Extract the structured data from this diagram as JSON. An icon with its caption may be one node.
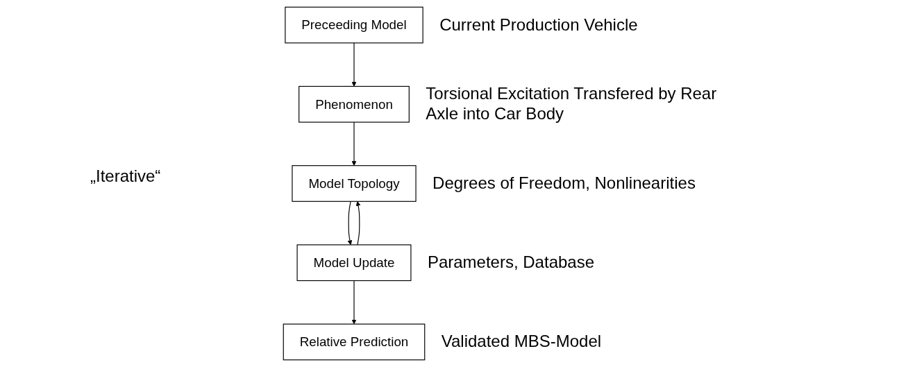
{
  "diagram": {
    "nodes": [
      {
        "text": [
          "Preceeding Model"
        ],
        "beside": [
          "Current Production Vehicle"
        ]
      },
      {
        "text": [
          "Phenomenon"
        ],
        "beside": [
          "Torsional Excitation Transfered by Rear Axle into Car Body"
        ]
      },
      {
        "text": [
          "Model Topology"
        ],
        "beside": [
          "Degrees of Freedom, Nonlinearities"
        ]
      },
      {
        "text": [
          "Model Update"
        ],
        "beside": [
          "Parameters, Database"
        ]
      },
      {
        "text": [
          "Relative Prediction"
        ],
        "beside": [
          "Validated MBS-Model"
        ]
      }
    ],
    "edges": [
      {
        "from": 0,
        "to": 1,
        "arrow": "to"
      },
      {
        "from": 1,
        "to": 2,
        "arrow": "to"
      },
      {
        "from": 2,
        "to": 3,
        "arrow": "to"
      },
      {
        "from": 3,
        "to": 4,
        "arrow": "to"
      },
      {
        "from": 3,
        "to": 2,
        "arrow": "to"
      }
    ],
    "labels": [
      "„Iterative“"
    ]
  }
}
